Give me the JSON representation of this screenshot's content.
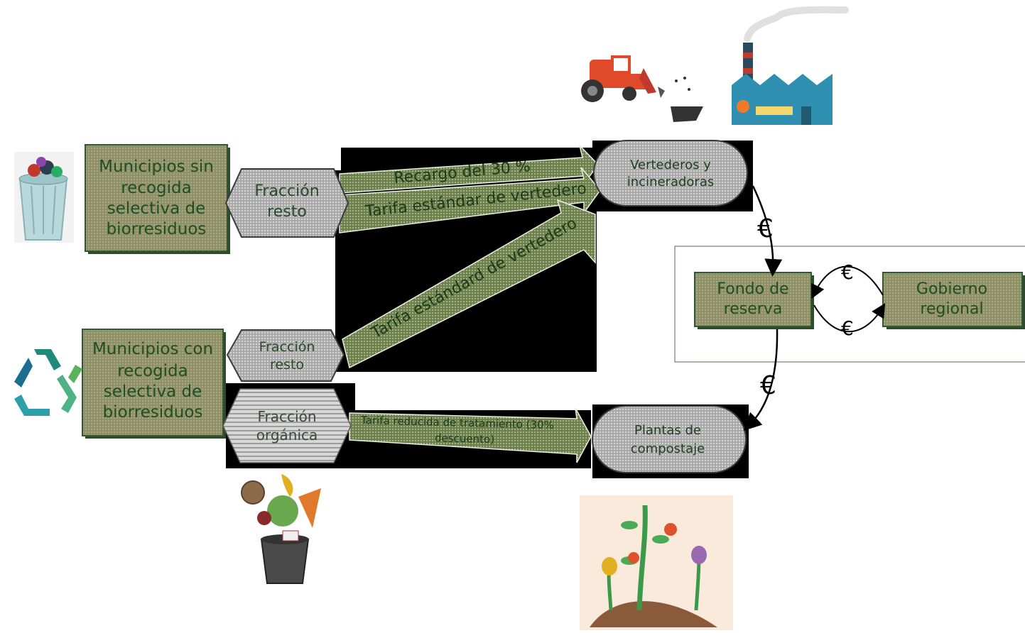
{
  "colors": {
    "box_fill": "#8e8f66",
    "box_border": "#2e5a2e",
    "text_green": "#1f4e22",
    "arrow_fill": "#7a8c5a",
    "black_panel": "#000000",
    "oval_fill": "#c8c8c8",
    "hex_fill": "#b9b9b9"
  },
  "boxes": {
    "municipios_sin": [
      "Municipios sin",
      "recogida",
      "selectiva de",
      "biorresiduos"
    ],
    "municipios_con": [
      "Municipios con",
      "recogida",
      "selectiva de",
      "biorresiduos"
    ],
    "fondo": [
      "Fondo de",
      "reserva"
    ],
    "gobierno": [
      "Gobierno",
      "regional"
    ]
  },
  "hexagons": {
    "resto_1": [
      "Fracción",
      "resto"
    ],
    "resto_2": [
      "Fracción",
      "resto"
    ],
    "organica": [
      "Fracción",
      "orgánica"
    ]
  },
  "ovals": {
    "vertederos": [
      "Vertederos y",
      "incineradoras"
    ],
    "plantas": [
      "Plantas de",
      "compostaje"
    ]
  },
  "arrows": {
    "recargo": "Recargo del 30 %",
    "tarifa_1": "Tarifa estándar de vertedero",
    "tarifa_2": "Tarifa estándard de vertedero",
    "tarifa_reducida": [
      "Tarifa reducida de tratamiento (30%",
      "descuento)"
    ]
  },
  "euro_symbol": "€",
  "icons": [
    "trash-can-icon",
    "recycle-icon",
    "organic-waste-bin-icon",
    "tractor-icon",
    "factory-icon",
    "plants-icon"
  ]
}
